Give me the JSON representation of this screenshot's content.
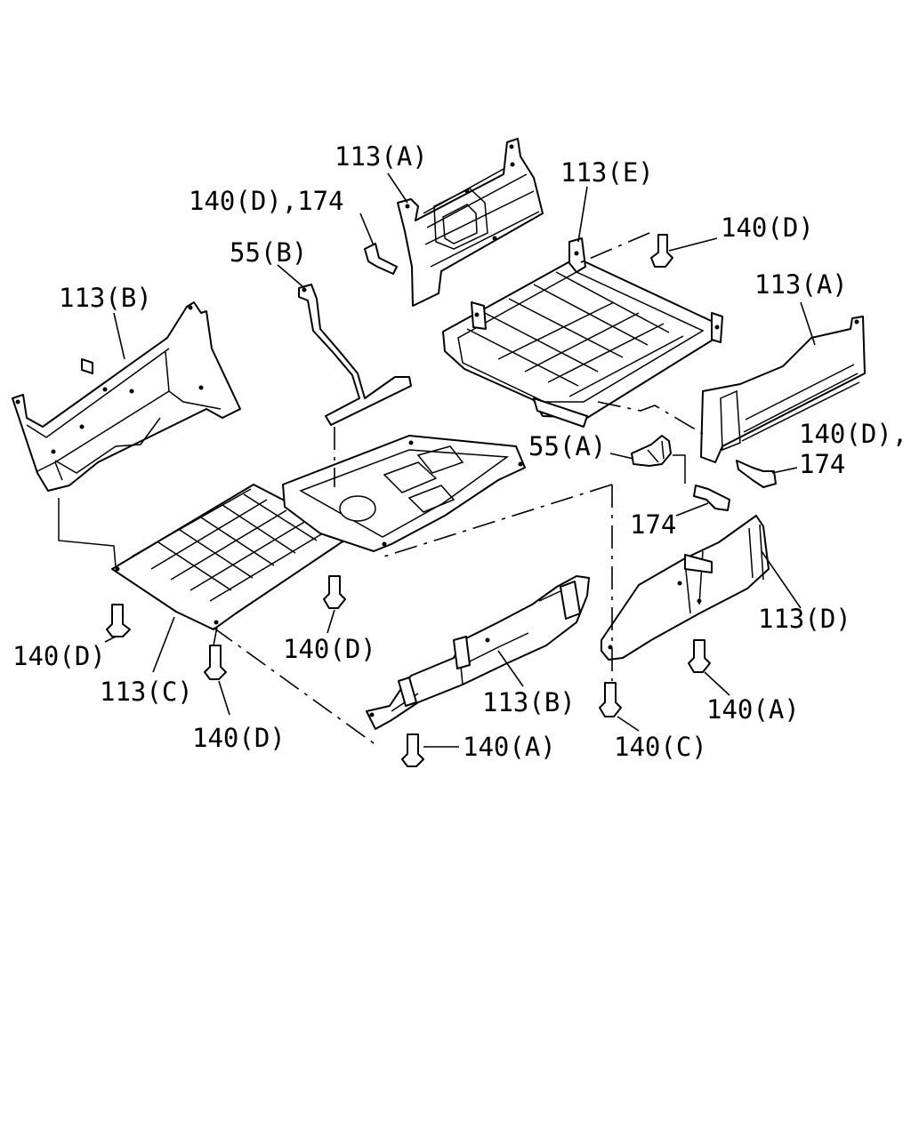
{
  "callouts": {
    "c1": "113(A)",
    "c2": "140(D),174",
    "c3": "113(E)",
    "c4": "140(D)",
    "c5": "55(B)",
    "c6": "113(B)",
    "c7": "113(A)",
    "c8": "140(D),",
    "c9": "174",
    "c10": "55(A)",
    "c11": "174",
    "c12": "113(D)",
    "c13": "140(D)",
    "c14": "140(D)",
    "c15": "113(C)",
    "c16": "140(D)",
    "c17": "113(B)",
    "c18": "140(A)",
    "c19": "140(A)",
    "c20": "140(C)"
  }
}
